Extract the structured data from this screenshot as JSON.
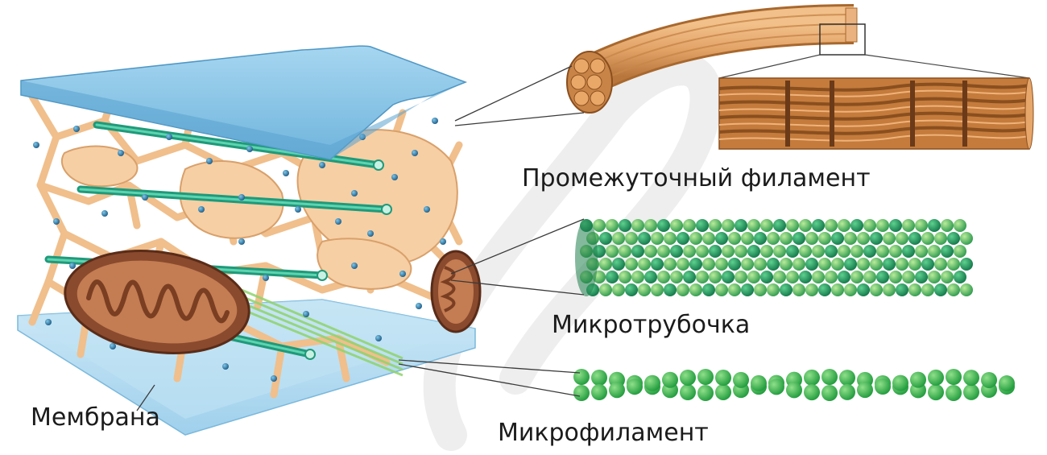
{
  "labels": {
    "intermediate_filament": "Промежуточный филамент",
    "microtubule": "Микротрубочка",
    "microfilament": "Микрофиламент",
    "membrane": "Мембрана"
  },
  "colors": {
    "membrane": "#8ec8e8",
    "membrane_dark": "#5ea8d2",
    "cytoplasm_net": "#f3c89a",
    "mitochondrion": "#9c5a3c",
    "microtubule_dark": "#1f9a5a",
    "microtubule_light": "#8fd06e",
    "microfilament": "#39b54a",
    "intermediate": "#d8965a"
  }
}
